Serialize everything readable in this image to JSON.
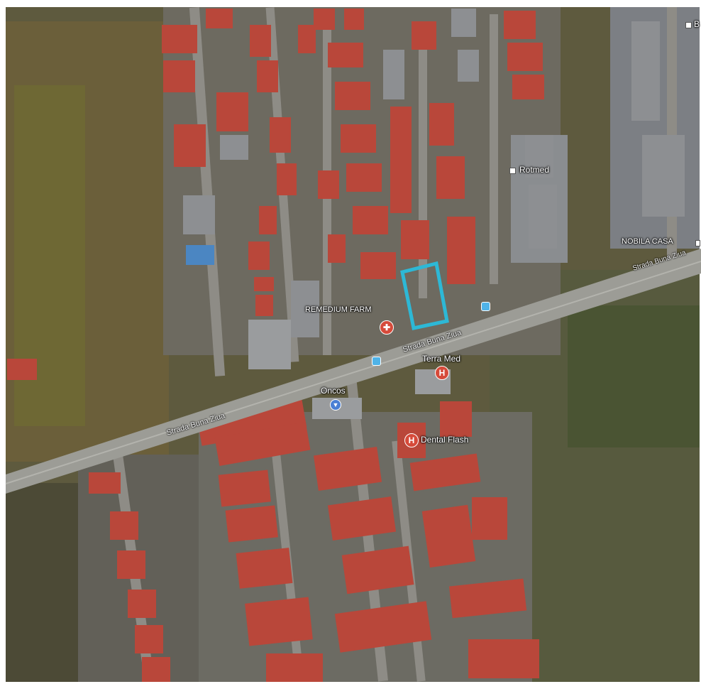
{
  "colors": {
    "roof": "#b9473a",
    "roof_light": "#c95a44",
    "grass": "#5d5a3c",
    "road": "#9a9a94",
    "highlight": "#2db8d6",
    "pharmacy_pin": "#d64a3a",
    "hospital_pin": "#d64a3a"
  },
  "pois": {
    "rotmed": "Rotmed",
    "nobila_casa": "NOBILA CASA",
    "remedium_farm": "REMEDIUM FARM",
    "terra_med": "Terra Med",
    "oncos": "Oncos",
    "dental_flash": "Dental Flash",
    "corner_b": "B"
  },
  "streets": {
    "main_west": "Strada Buna Ziua",
    "main_center": "Strada Buna Ziua",
    "main_east": "Strada Buna Ziua"
  },
  "icons": {
    "pharmacy": "pharmacy-cross-icon",
    "hospital": "hospital-h-icon",
    "bus": "bus-stop-icon",
    "shopping": "shopping-bag-icon"
  }
}
